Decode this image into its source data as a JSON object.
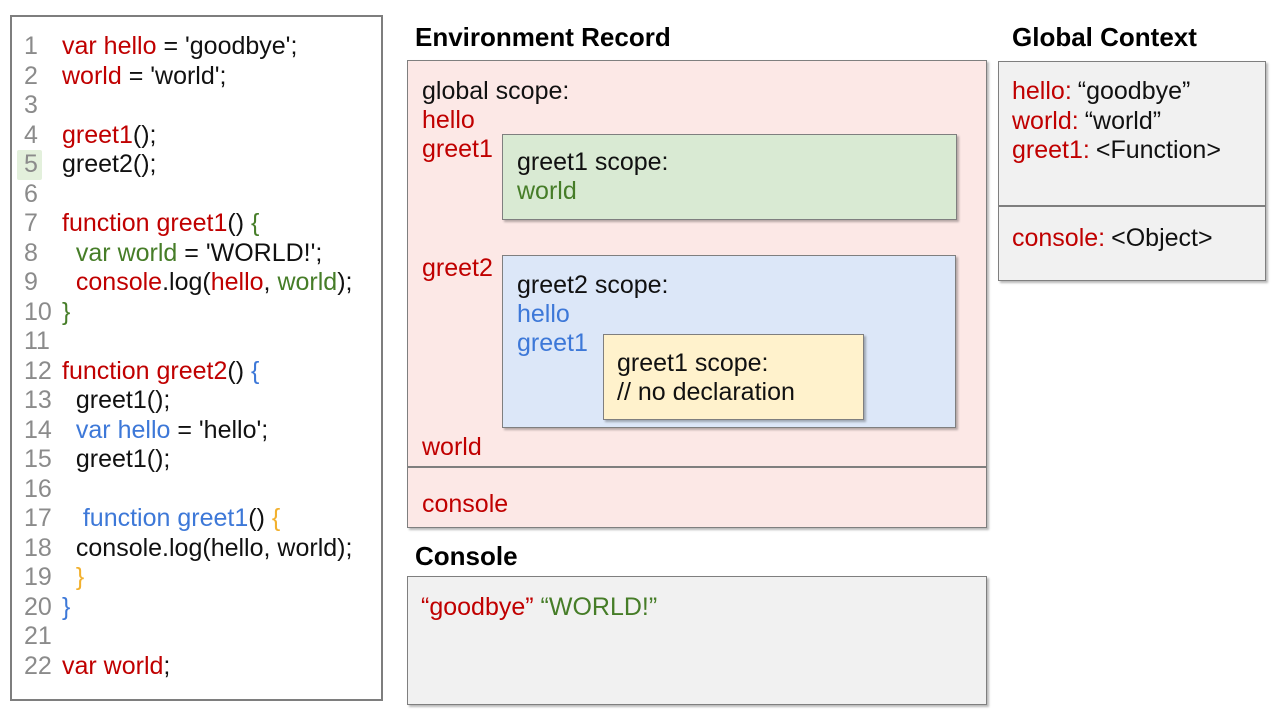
{
  "colors": {
    "red": "#c00000",
    "green": "#467d28",
    "blue": "#3d78d8",
    "yellow": "#f2b02d",
    "line_number_gray": "#8b8b8b",
    "pink_bg": "#fce8e6",
    "green_bg": "#d9ead3",
    "blue_bg": "#dce7f8",
    "yellow_bg": "#fff2cc",
    "gray_bg": "#f1f1f1",
    "border_gray": "#7f7f7f",
    "highlight_green": "#e3f0dc"
  },
  "code_panel": {
    "lines": [
      {
        "num": "1",
        "tokens": [
          {
            "text": "var hello",
            "color": "red"
          },
          {
            "text": " = 'goodbye';",
            "color": "black"
          }
        ]
      },
      {
        "num": "2",
        "tokens": [
          {
            "text": "world",
            "color": "red"
          },
          {
            "text": " = 'world';",
            "color": "black"
          }
        ]
      },
      {
        "num": "3",
        "tokens": []
      },
      {
        "num": "4",
        "tokens": [
          {
            "text": "greet1",
            "color": "red"
          },
          {
            "text": "();",
            "color": "black"
          }
        ]
      },
      {
        "num": "5",
        "highlighted": true,
        "tokens": [
          {
            "text": "greet2();",
            "color": "black"
          }
        ]
      },
      {
        "num": "6",
        "tokens": []
      },
      {
        "num": "7",
        "tokens": [
          {
            "text": "function greet1",
            "color": "red"
          },
          {
            "text": "() ",
            "color": "black"
          },
          {
            "text": "{",
            "color": "green"
          }
        ]
      },
      {
        "num": "8",
        "tokens": [
          {
            "text": "  ",
            "color": "black"
          },
          {
            "text": "var world",
            "color": "green"
          },
          {
            "text": " = 'WORLD!';",
            "color": "black"
          }
        ]
      },
      {
        "num": "9",
        "tokens": [
          {
            "text": "  ",
            "color": "black"
          },
          {
            "text": "console",
            "color": "red"
          },
          {
            "text": ".log(",
            "color": "black"
          },
          {
            "text": "hello",
            "color": "red"
          },
          {
            "text": ", ",
            "color": "black"
          },
          {
            "text": "world",
            "color": "green"
          },
          {
            "text": ");",
            "color": "black"
          }
        ]
      },
      {
        "num": "10",
        "tokens": [
          {
            "text": "}",
            "color": "green"
          }
        ]
      },
      {
        "num": "11",
        "tokens": []
      },
      {
        "num": "12",
        "tokens": [
          {
            "text": "function greet2",
            "color": "red"
          },
          {
            "text": "() ",
            "color": "black"
          },
          {
            "text": "{",
            "color": "blue"
          }
        ]
      },
      {
        "num": "13",
        "tokens": [
          {
            "text": "  greet1();",
            "color": "black"
          }
        ]
      },
      {
        "num": "14",
        "tokens": [
          {
            "text": "  ",
            "color": "black"
          },
          {
            "text": "var hello",
            "color": "blue"
          },
          {
            "text": " = 'hello';",
            "color": "black"
          }
        ]
      },
      {
        "num": "15",
        "tokens": [
          {
            "text": "  greet1();",
            "color": "black"
          }
        ]
      },
      {
        "num": "16",
        "tokens": []
      },
      {
        "num": "17",
        "tokens": [
          {
            "text": "   ",
            "color": "black"
          },
          {
            "text": "function greet1",
            "color": "blue"
          },
          {
            "text": "() ",
            "color": "black"
          },
          {
            "text": "{",
            "color": "yellow"
          }
        ]
      },
      {
        "num": "18",
        "tokens": [
          {
            "text": "  console.log(hello, world);",
            "color": "black"
          }
        ]
      },
      {
        "num": "19",
        "tokens": [
          {
            "text": "  ",
            "color": "black"
          },
          {
            "text": "}",
            "color": "yellow"
          }
        ]
      },
      {
        "num": "20",
        "tokens": [
          {
            "text": "}",
            "color": "blue"
          }
        ]
      },
      {
        "num": "21",
        "tokens": []
      },
      {
        "num": "22",
        "tokens": [
          {
            "text": "var world",
            "color": "red"
          },
          {
            "text": ";",
            "color": "black"
          }
        ]
      }
    ]
  },
  "environment_record": {
    "title": "Environment Record",
    "global_scope_label": "global scope:",
    "var_hello": "hello",
    "var_greet1": "greet1",
    "var_greet2": "greet2",
    "var_world": "world",
    "greet1_scope": {
      "label": "greet1 scope:",
      "var_world": "world"
    },
    "greet2_scope": {
      "label": "greet2 scope:",
      "var_hello": "hello",
      "var_greet1": "greet1",
      "inner_greet1_scope": {
        "label": "greet1 scope:",
        "comment": "// no declaration"
      }
    },
    "console_var": "console"
  },
  "console_panel": {
    "title": "Console",
    "output": [
      {
        "text": "“goodbye”",
        "color": "red"
      },
      {
        "text": " ",
        "color": "black"
      },
      {
        "text": "“WORLD!”",
        "color": "green"
      }
    ]
  },
  "global_context": {
    "title": "Global Context",
    "main_entries": [
      {
        "key": "hello:",
        "value": "“goodbye”"
      },
      {
        "key": "world:",
        "value": "“world”"
      },
      {
        "key": "greet1:",
        "value": "<Function>"
      }
    ],
    "console_entries": [
      {
        "key": "console:",
        "value": "<Object>"
      }
    ]
  }
}
